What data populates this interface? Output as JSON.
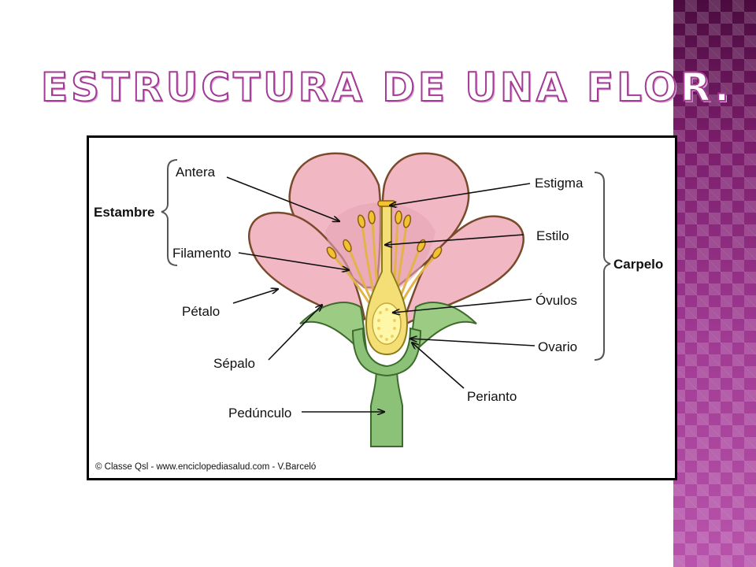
{
  "slide": {
    "title": "Estructura de una flor.",
    "accent_color": "#a33a95"
  },
  "diagram": {
    "labels_left": {
      "group": "Estambre",
      "antera": "Antera",
      "filamento": "Filamento",
      "petalo": "Pétalo",
      "sepalo": "Sépalo",
      "peduncul": "Pedúnculo"
    },
    "labels_right": {
      "group": "Carpelo",
      "estigma": "Estigma",
      "estilo": "Estilo",
      "ovulos": "Óvulos",
      "ovario": "Ovario",
      "perianto": "Perianto"
    },
    "credit": "© Classe Qsl - www.enciclopediasalud.com - V.Barceló",
    "colors": {
      "petal": "#f1b7c3",
      "petal_outline": "#7a4a2c",
      "stem": "#8cc277",
      "ovary": "#fff7a8",
      "anther": "#f2c230"
    }
  }
}
